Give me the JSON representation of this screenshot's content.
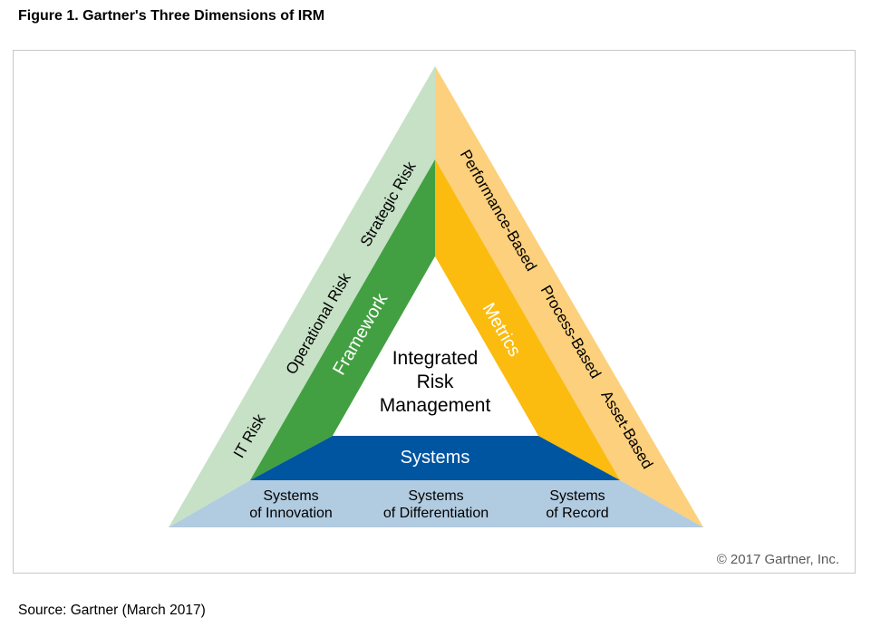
{
  "figure_title": "Figure 1. Gartner's Three Dimensions of IRM",
  "center": {
    "line1": "Integrated",
    "line2": "Risk",
    "line3": "Management"
  },
  "left_side": {
    "band_label": "Framework",
    "outer_items": [
      "IT Risk",
      "Operational Risk",
      "Strategic Risk"
    ],
    "outer_color": "#c6e1c6",
    "band_color": "#43a042"
  },
  "right_side": {
    "band_label": "Metrics",
    "outer_items": [
      "Performance-Based",
      "Process-Based",
      "Asset-Based"
    ],
    "outer_color": "#fcd07c",
    "band_color": "#fbbc0f"
  },
  "bottom_side": {
    "band_label": "Systems",
    "outer_items": [
      {
        "line1": "Systems",
        "line2": "of Innovation"
      },
      {
        "line1": "Systems",
        "line2": "of Differentiation"
      },
      {
        "line1": "Systems",
        "line2": "of Record"
      }
    ],
    "outer_color": "#b1cbe0",
    "band_color": "#0055a0"
  },
  "copyright": "© 2017 Gartner, Inc.",
  "source": "Source: Gartner (March 2017)"
}
